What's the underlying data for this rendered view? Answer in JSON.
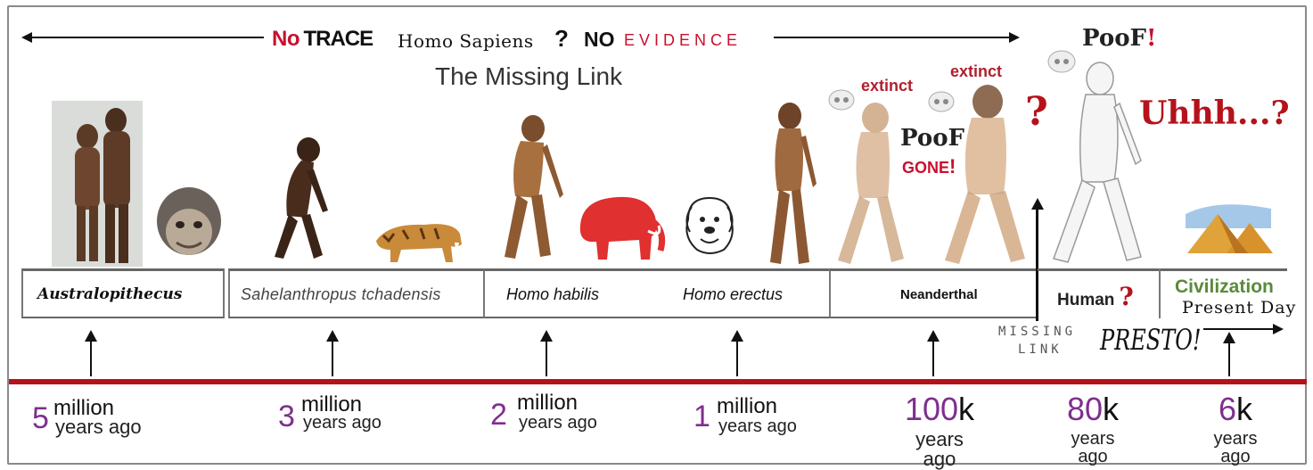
{
  "header": {
    "no_red": "No",
    "trace": "TRACE",
    "sapiens": "Homo Sapiens",
    "qmark": "?",
    "no_bold": "NO",
    "evidence": "EVIDENCE",
    "missing_link": "The Missing Link"
  },
  "annotations": {
    "extinct_1": "extinct",
    "extinct_2": "extinct",
    "poof_mid": "PooF",
    "gone": "GONE",
    "gone_mark": "!",
    "question_red": "?",
    "poof_top": "PooF",
    "poof_top_mark": "!",
    "uhhh": "Uhhh...?"
  },
  "periods": {
    "australopithecus": "Australopithecus",
    "sahelanthropus": "Sahelanthropus tchadensis",
    "homo_habilis": "Homo habilis",
    "homo_erectus": "Homo erectus",
    "neanderthal": "Neanderthal",
    "human": "Human",
    "human_q": "?",
    "civilization": "Civilization",
    "present_day": "Present Day"
  },
  "tags": {
    "missing_1": "MISSING",
    "missing_2": "LINK",
    "presto": "PRESTO!"
  },
  "timeline": [
    {
      "num": "5",
      "unit": "million",
      "ago": "years ago"
    },
    {
      "num": "3",
      "unit": "million",
      "ago": "years ago"
    },
    {
      "num": "2",
      "unit": "million",
      "ago": "years ago"
    },
    {
      "num": "1",
      "unit": "million",
      "ago": "years ago"
    },
    {
      "num": "100",
      "k": "k",
      "years": "years",
      "ago": "ago"
    },
    {
      "num": "80",
      "k": "k",
      "years": "years",
      "ago": "ago"
    },
    {
      "num": "6",
      "k": "k",
      "years": "years",
      "ago": "ago"
    }
  ],
  "icons": [
    "australopithecus-pair-figure",
    "chimp-head-figure",
    "sahelanthropus-figure",
    "sabertooth-cat-figure",
    "homo-habilis-figure",
    "mammoth-figure",
    "cartoon-dog-figure",
    "homo-erectus-figure",
    "neanderthal-figure",
    "skull-icon",
    "white-statue-human-figure",
    "pyramids-figure"
  ],
  "colors": {
    "accent_red": "#b5121b",
    "number_purple": "#7e2f8e",
    "civ_green": "#5a8a3a"
  }
}
